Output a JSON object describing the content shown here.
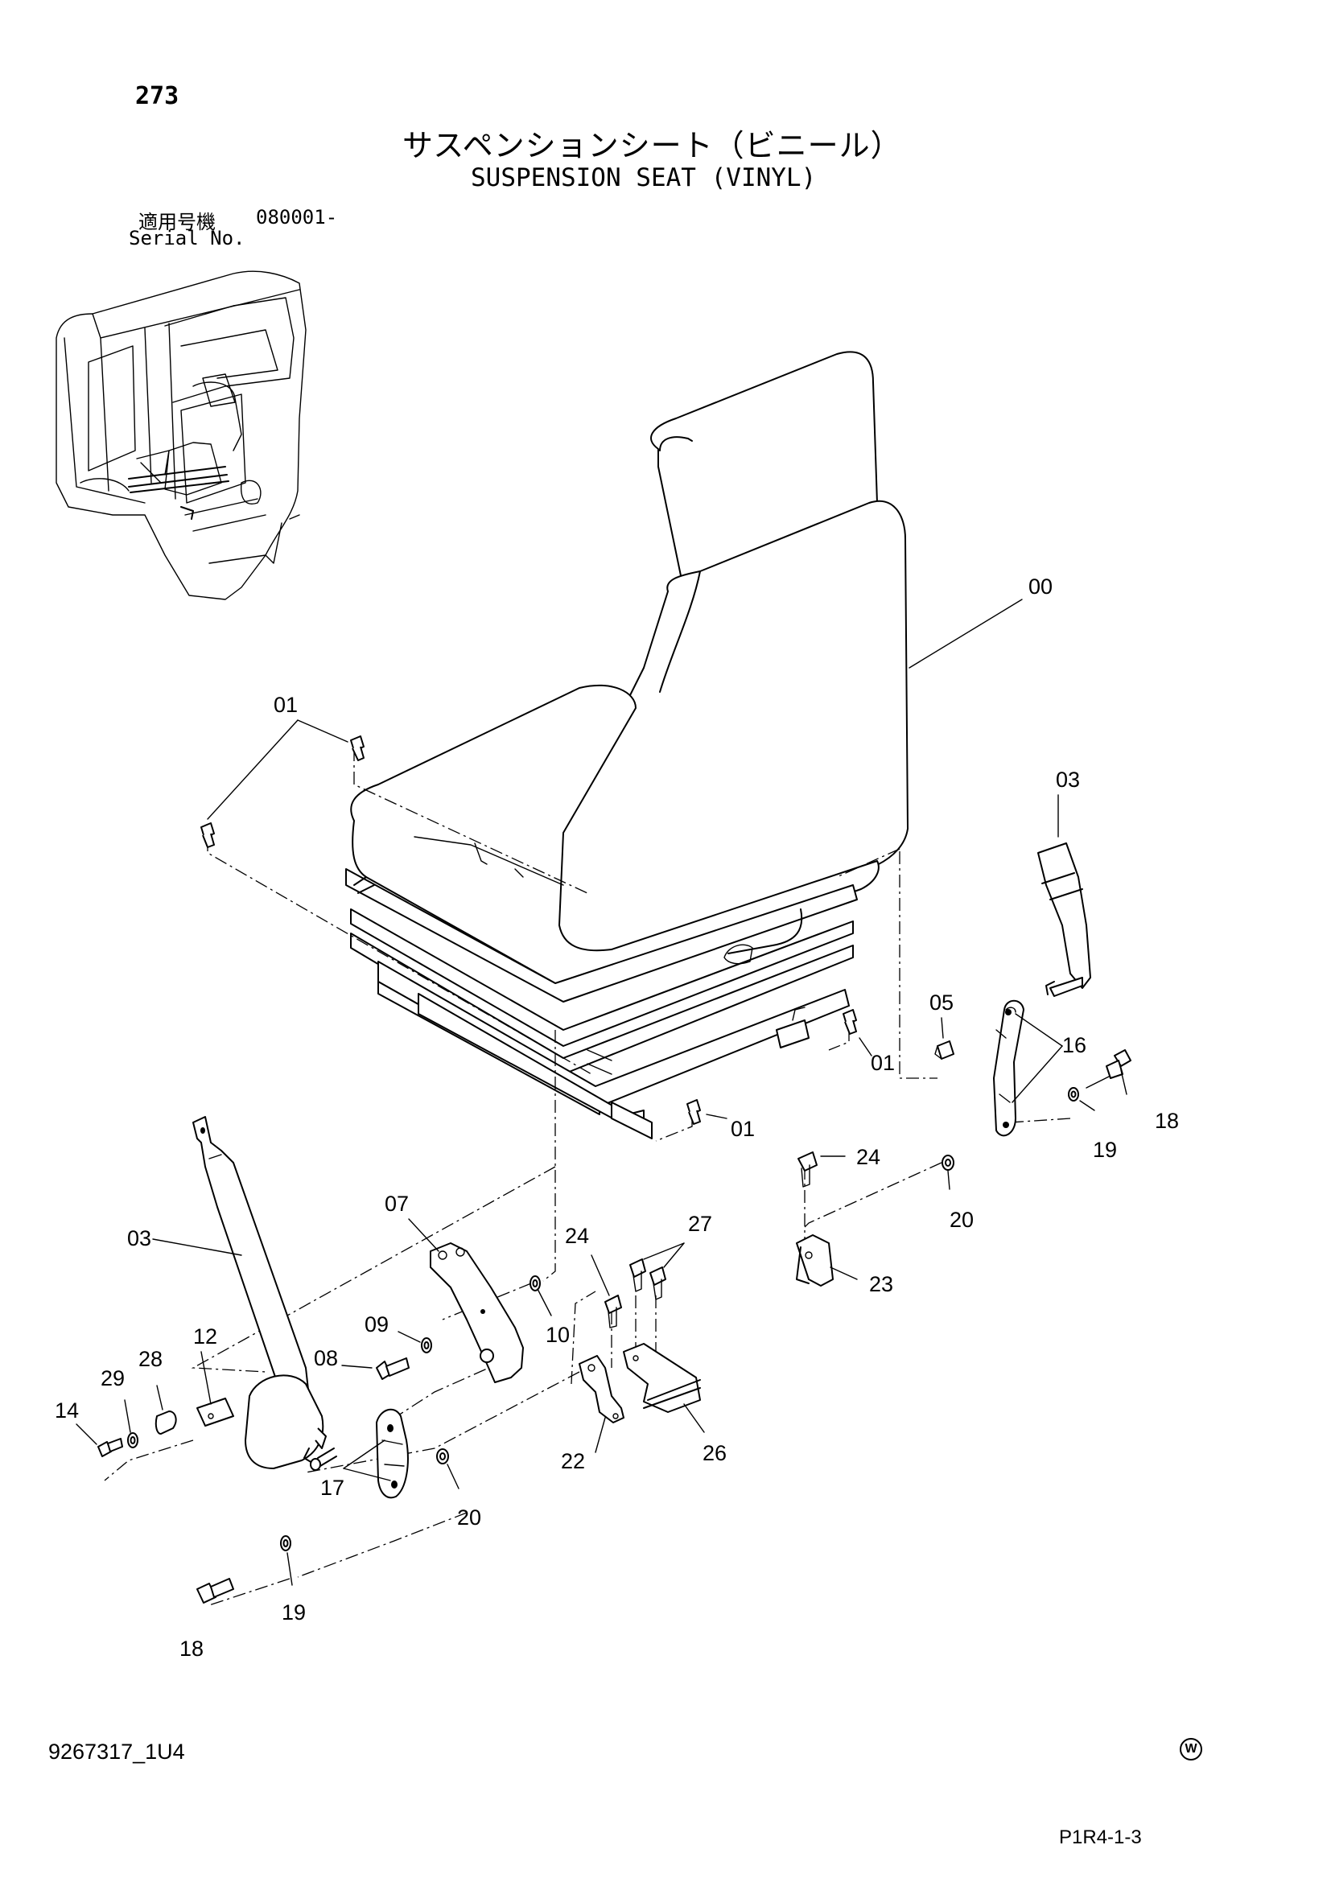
{
  "page_number": "273",
  "title_jp": "サスペンションシート（ビニール）",
  "title_en": "SUSPENSION SEAT (VINYL)",
  "serial": {
    "label_jp": "適用号機",
    "number": "080001-",
    "label_en": "Serial No."
  },
  "callouts": {
    "c00": "00",
    "c01a": "01",
    "c01b": "01",
    "c01c": "01",
    "c03a": "03",
    "c03b": "03",
    "c05": "05",
    "c07": "07",
    "c08": "08",
    "c09": "09",
    "c10": "10",
    "c12": "12",
    "c14": "14",
    "c16": "16",
    "c17": "17",
    "c18a": "18",
    "c18b": "18",
    "c19a": "19",
    "c19b": "19",
    "c20a": "20",
    "c20b": "20",
    "c22": "22",
    "c23": "23",
    "c24a": "24",
    "c24b": "24",
    "c26": "26",
    "c27": "27",
    "c28": "28",
    "c29": "29"
  },
  "footer": {
    "doc_code": "9267317_1U4",
    "mark": "W",
    "page_ref": "P1R4-1-3"
  }
}
